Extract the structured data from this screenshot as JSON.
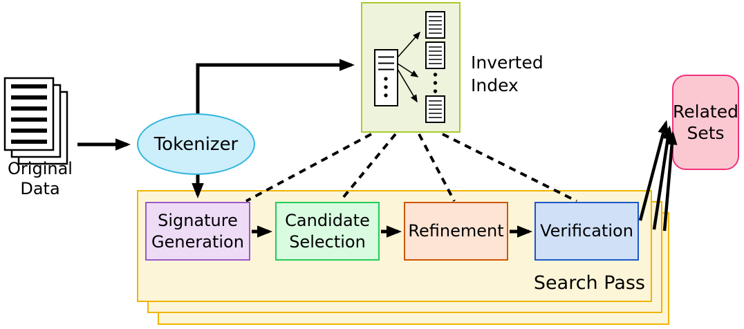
{
  "nodes": {
    "original_data": {
      "label": "Original\nData",
      "icon": "stacked-documents-icon"
    },
    "tokenizer": {
      "label": "Tokenizer",
      "fill": "#cdeefb",
      "border": "#2fb5dc"
    },
    "inverted_index": {
      "label": "Inverted\nIndex",
      "fill": "#eef3dc",
      "border": "#a9cb2d",
      "icon": "postings-list-icon"
    },
    "related_sets": {
      "label": "Related\nSets",
      "fill": "#fbc8d2",
      "border": "#f0307a"
    },
    "search_pass": {
      "label": "Search Pass",
      "fill": "#fdf5d7",
      "border": "#f0b400",
      "stack_count": 3
    },
    "steps": [
      {
        "id": "signature-generation",
        "label": "Signature\nGeneration",
        "fill": "#eedcf7",
        "border": "#9b59c7"
      },
      {
        "id": "candidate-selection",
        "label": "Candidate\nSelection",
        "fill": "#d9fbe0",
        "border": "#21cb58"
      },
      {
        "id": "refinement",
        "label": "Refinement",
        "fill": "#fde4d4",
        "border": "#cc5500"
      },
      {
        "id": "verification",
        "label": "Verification",
        "fill": "#cfe0f7",
        "border": "#1b55c8"
      }
    ]
  },
  "edges": [
    {
      "from": "original-data",
      "to": "tokenizer",
      "style": "solid-arrow"
    },
    {
      "from": "tokenizer",
      "to": "inverted-index",
      "style": "solid-arrow"
    },
    {
      "from": "tokenizer",
      "to": "signature-generation",
      "style": "solid-arrow"
    },
    {
      "from": "signature-generation",
      "to": "candidate-selection",
      "style": "solid-arrow"
    },
    {
      "from": "candidate-selection",
      "to": "refinement",
      "style": "solid-arrow"
    },
    {
      "from": "refinement",
      "to": "verification",
      "style": "solid-arrow"
    },
    {
      "from": "inverted-index",
      "to": "signature-generation",
      "style": "dashed-line"
    },
    {
      "from": "inverted-index",
      "to": "candidate-selection",
      "style": "dashed-line"
    },
    {
      "from": "inverted-index",
      "to": "refinement",
      "style": "dashed-line"
    },
    {
      "from": "inverted-index",
      "to": "verification",
      "style": "dashed-line"
    },
    {
      "from": "verification",
      "to": "related-sets",
      "style": "solid-arrow",
      "count": 3
    }
  ]
}
